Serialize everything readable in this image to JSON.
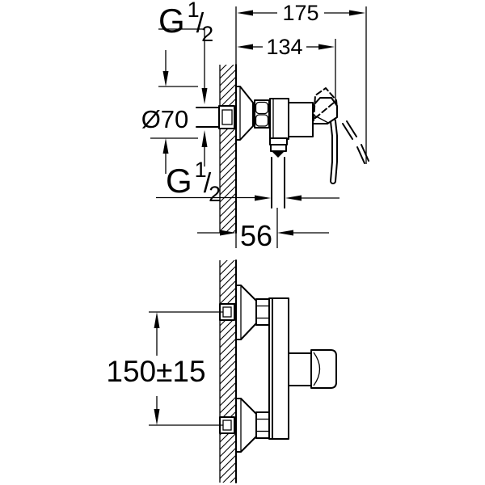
{
  "drawing": {
    "colors": {
      "line": "#000000",
      "background": "#ffffff"
    },
    "dimensions": {
      "total_depth": "175",
      "body_depth": "134",
      "escutcheon_diameter": "Ø70",
      "outlet_offset": "56",
      "connection_spacing": "150±15"
    },
    "thread_labels": {
      "inlet": {
        "base": "G",
        "sup": "1",
        "slash": "/",
        "sub": "2"
      },
      "outlet": {
        "base": "G",
        "sup": "1",
        "slash": "/",
        "sub": "2"
      }
    }
  }
}
